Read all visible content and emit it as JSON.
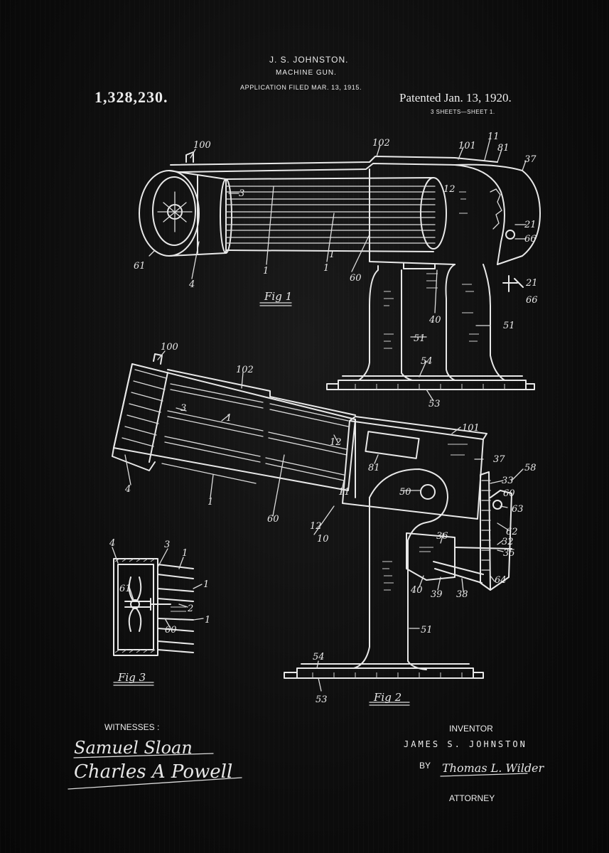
{
  "header": {
    "inventor_short": "J. S. JOHNSTON.",
    "title": "MACHINE GUN.",
    "application_filed": "APPLICATION FILED MAR. 13, 1915.",
    "patent_number": "1,328,230.",
    "patented": "Patented Jan. 13, 1920.",
    "sheets": "3 SHEETS—SHEET 1."
  },
  "figures": {
    "fig1": "Fig 1",
    "fig2": "Fig 2",
    "fig3": "Fig 3"
  },
  "labels": {
    "fig1": [
      "100",
      "102",
      "101",
      "11",
      "81",
      "37",
      "3",
      "12",
      "4",
      "61",
      "1",
      "1",
      "1",
      "60",
      "66",
      "21",
      "21",
      "66",
      "40",
      "51",
      "51",
      "54",
      "53"
    ],
    "fig2": [
      "100",
      "102",
      "3",
      "1",
      "101",
      "12",
      "37",
      "58",
      "81",
      "4",
      "1",
      "60",
      "11",
      "50",
      "33",
      "60",
      "63",
      "12",
      "10",
      "62",
      "32",
      "35",
      "36",
      "40",
      "39",
      "38",
      "64",
      "51",
      "54",
      "53"
    ],
    "fig3": [
      "4",
      "3",
      "1",
      "61",
      "1",
      "2",
      "1",
      "60"
    ]
  },
  "footer": {
    "witnesses_label": "WITNESSES :",
    "witness_1": "Samuel Sloan",
    "witness_2": "Charles A Powell",
    "inventor_label": "INVENTOR",
    "inventor_name": "JAMES  S.  JOHNSTON",
    "by_label": "BY",
    "attorney_signature": "Thomas L. Wilder",
    "attorney_label": "ATTORNEY"
  },
  "colors": {
    "background": "#0d0d0d",
    "ink": "#e8e8e8"
  }
}
